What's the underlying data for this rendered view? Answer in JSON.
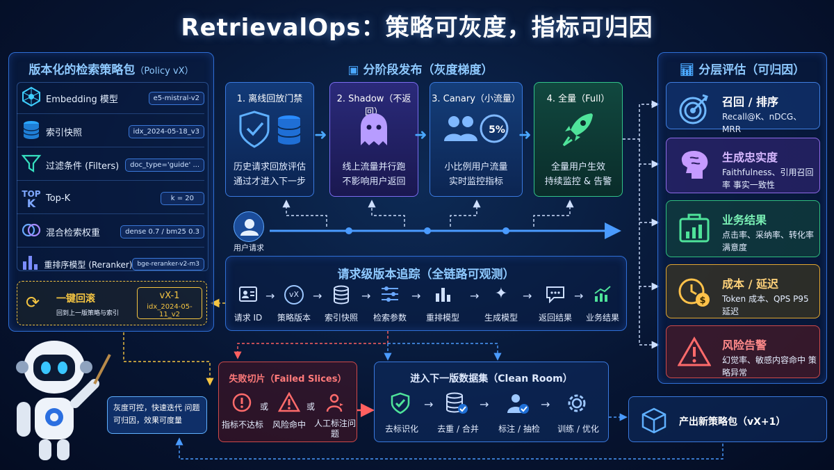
{
  "title": "RetrievalOps：策略可灰度，指标可归因",
  "policy": {
    "header": "版本化的检索策略包",
    "header_sub": "（Policy vX）",
    "rows": [
      {
        "icon": "network-icon",
        "label": "Embedding 模型",
        "value": "e5-mistral-v2"
      },
      {
        "icon": "database-icon",
        "label": "索引快照",
        "value": "idx_2024-05-18_v3"
      },
      {
        "icon": "funnel-icon",
        "label": "过滤条件 (Filters)",
        "value": "doc_type='guide' ..."
      },
      {
        "icon": "topk-icon",
        "label": "Top-K",
        "value": "k = 20"
      },
      {
        "icon": "rings-icon",
        "label": "混合检索权重",
        "value": "dense 0.7 / bm25 0.3"
      },
      {
        "icon": "bars-icon",
        "label": "重排序模型 (Reranker)",
        "value": "bge-reranker-v2-m3"
      }
    ],
    "topk_icon_text": [
      "TOP",
      "K"
    ],
    "rollback": {
      "title": "一键回滚",
      "desc": "回到上一版策略与索引",
      "version": "vX-1",
      "index": "idx_2024-05-11_v2"
    }
  },
  "release": {
    "header": "分阶段发布（灰度梯度）",
    "stages": [
      {
        "title": "1. 离线回放门禁",
        "desc1": "历史请求回放评估",
        "desc2": "通过才进入下一步"
      },
      {
        "title": "2. Shadow（不返回）",
        "desc1": "线上流量并行跑",
        "desc2": "不影响用户返回"
      },
      {
        "title": "3. Canary（小流量）",
        "desc1": "小比例用户流量",
        "desc2": "实时监控指标",
        "pct": "5%"
      },
      {
        "title": "4. 全量（Full）",
        "desc1": "全量用户生效",
        "desc2": "持续监控 & 告警"
      }
    ],
    "user_label": "用户请求"
  },
  "trace": {
    "header": "请求级版本追踪（全链路可观测）",
    "items": [
      {
        "icon": "id-card-icon",
        "label": "请求 ID"
      },
      {
        "icon": "vx-icon",
        "label": "策略版本",
        "glyph": "vX"
      },
      {
        "icon": "database-icon",
        "label": "索引快照"
      },
      {
        "icon": "sliders-icon",
        "label": "检索参数"
      },
      {
        "icon": "bar-chart-icon",
        "label": "重排模型"
      },
      {
        "icon": "sparkle-icon",
        "label": "生成模型"
      },
      {
        "icon": "chat-icon",
        "label": "返回结果"
      },
      {
        "icon": "trend-icon",
        "label": "业务结果"
      }
    ]
  },
  "evaluation": {
    "header": "分层评估（可归因）",
    "cards": [
      {
        "icon": "target-icon",
        "title": "召回 / 排序",
        "desc": "Recall@K、nDCG、MRR",
        "color": "#6fb8ff"
      },
      {
        "icon": "brain-icon",
        "title": "生成忠实度",
        "desc": "Faithfulness、引用召回率 事实一致性",
        "color": "#c59bff"
      },
      {
        "icon": "briefcase-icon",
        "title": "业务结果",
        "desc": "点击率、采纳率、转化率 满意度",
        "color": "#4fe39a"
      },
      {
        "icon": "clock-dollar-icon",
        "title": "成本 / 延迟",
        "desc": "Token 成本、QPS P95 延迟",
        "color": "#ffc24a"
      },
      {
        "icon": "warning-icon",
        "title": "风险告警",
        "desc": "幻觉率、敏感内容命中 策略异常",
        "color": "#ff6b6b"
      }
    ]
  },
  "failed": {
    "header": "失败切片（Failed Slices）",
    "items": [
      {
        "icon": "alert-circle-icon",
        "label": "指标不达标"
      },
      {
        "icon": "alert-triangle-icon",
        "label": "风险命中"
      },
      {
        "icon": "person-flag-icon",
        "label": "人工标注问题"
      }
    ],
    "or": "或"
  },
  "cleanroom": {
    "header": "进入下一版数据集（Clean Room）",
    "items": [
      {
        "icon": "shield-check-icon",
        "label": "去标识化"
      },
      {
        "icon": "database-check-icon",
        "label": "去重 / 合并"
      },
      {
        "icon": "user-check-icon",
        "label": "标注 / 抽检"
      },
      {
        "icon": "gear-icon",
        "label": "训练 / 优化"
      }
    ]
  },
  "new_policy": {
    "label": "产出新策略包（vX+1）"
  },
  "robot": {
    "bubble": "灰度可控，快速迭代 问题可归因，效果可度量"
  }
}
